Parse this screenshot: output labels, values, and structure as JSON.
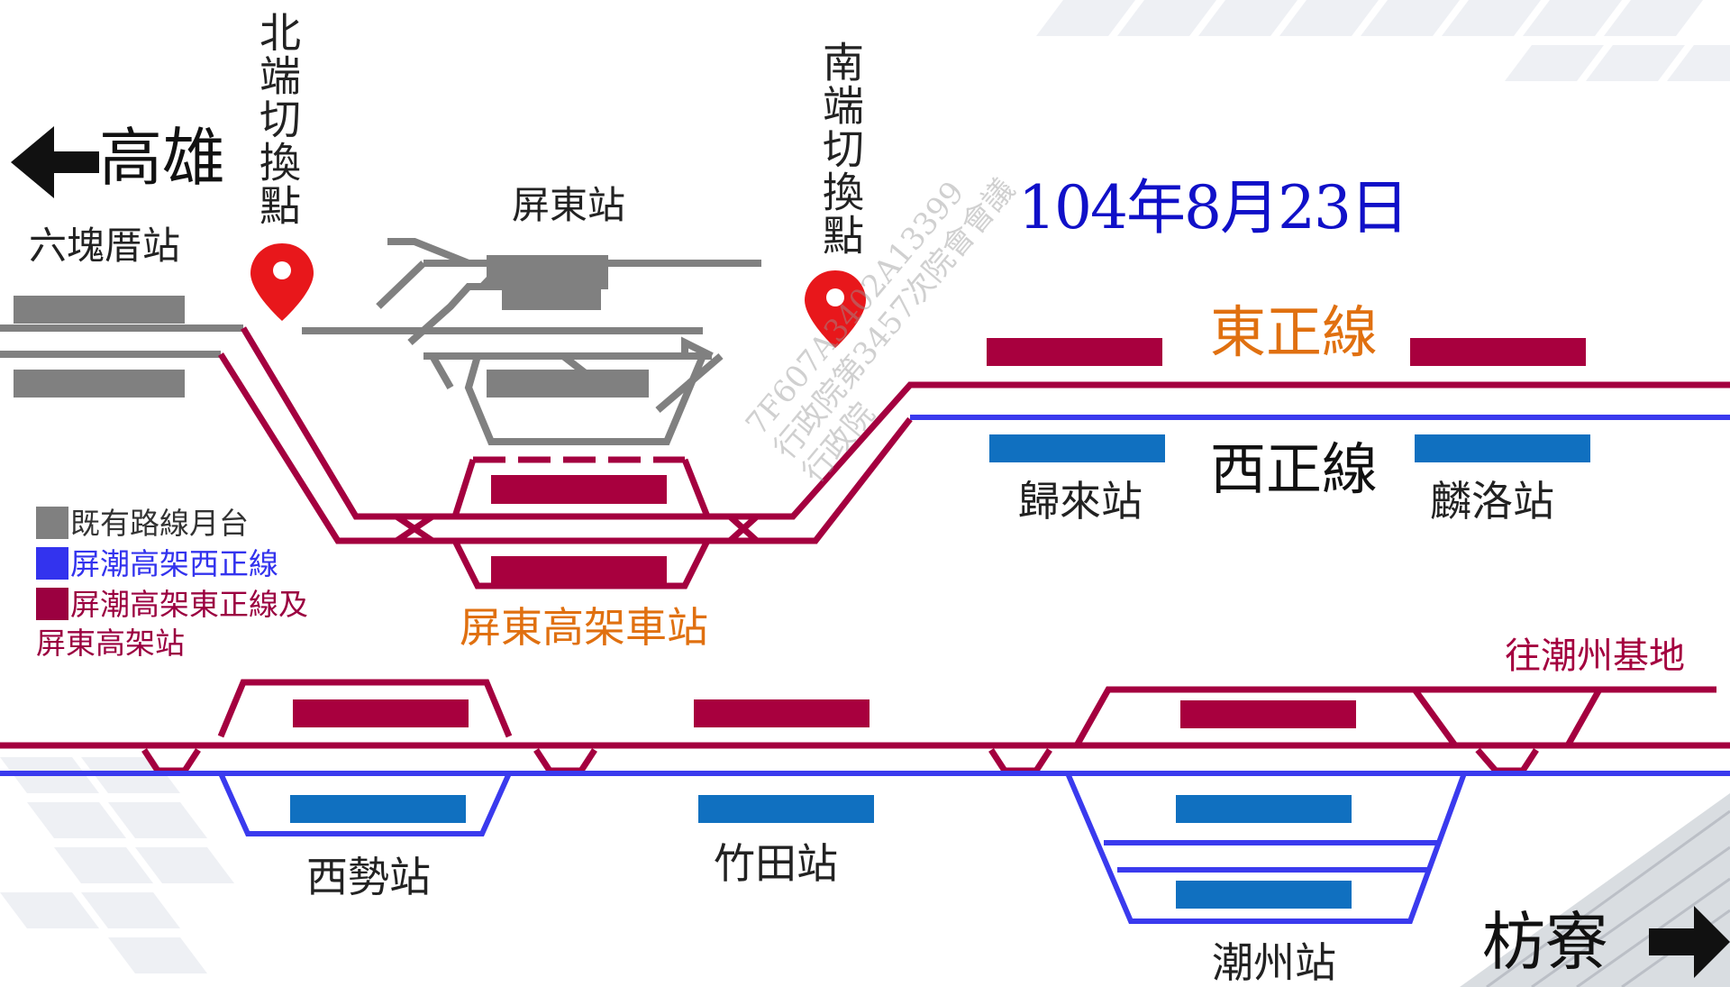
{
  "direction": {
    "west": {
      "arrow": "←",
      "label": "高雄"
    },
    "east": {
      "label": "枋寮",
      "arrow": "➔"
    }
  },
  "switch_points": {
    "north": "北端切換點",
    "south": "南端切換點"
  },
  "date": "104年8月23日",
  "lines": {
    "east_main": "東正線",
    "west_main": "西正線",
    "depot": "往潮州基地"
  },
  "stations": {
    "liukuaicuo": "六塊厝站",
    "pingtung": "屏東站",
    "pingtung_elevated": "屏東高架車站",
    "guilai": "歸來站",
    "linluo": "麟洛站",
    "xishi": "西勢站",
    "zhutian": "竹田站",
    "chaozhou": "潮州站"
  },
  "legend": [
    {
      "label": "既有路線月台",
      "color": "#808080"
    },
    {
      "label": "屏潮高架西正線",
      "color": "#3333ee"
    },
    {
      "label": "屏潮高架東正線及",
      "label2": "屏東高架站",
      "color": "#9b0040"
    }
  ],
  "watermark": {
    "line1": "7F607A3402A13399",
    "line2": "行政院第3457次院會會議",
    "line3": "行政院"
  },
  "colors": {
    "existing": "#808080",
    "east_line": "#a4003f",
    "west_line": "#3a3aee",
    "east_platform": "#a8003e",
    "west_platform": "#1070c0",
    "orange_text": "#e07010",
    "date_blue": "#1010c8",
    "marker_red": "#e8171b"
  },
  "icons": [
    "left-arrow-icon",
    "right-arrow-icon",
    "map-pin-icon"
  ]
}
